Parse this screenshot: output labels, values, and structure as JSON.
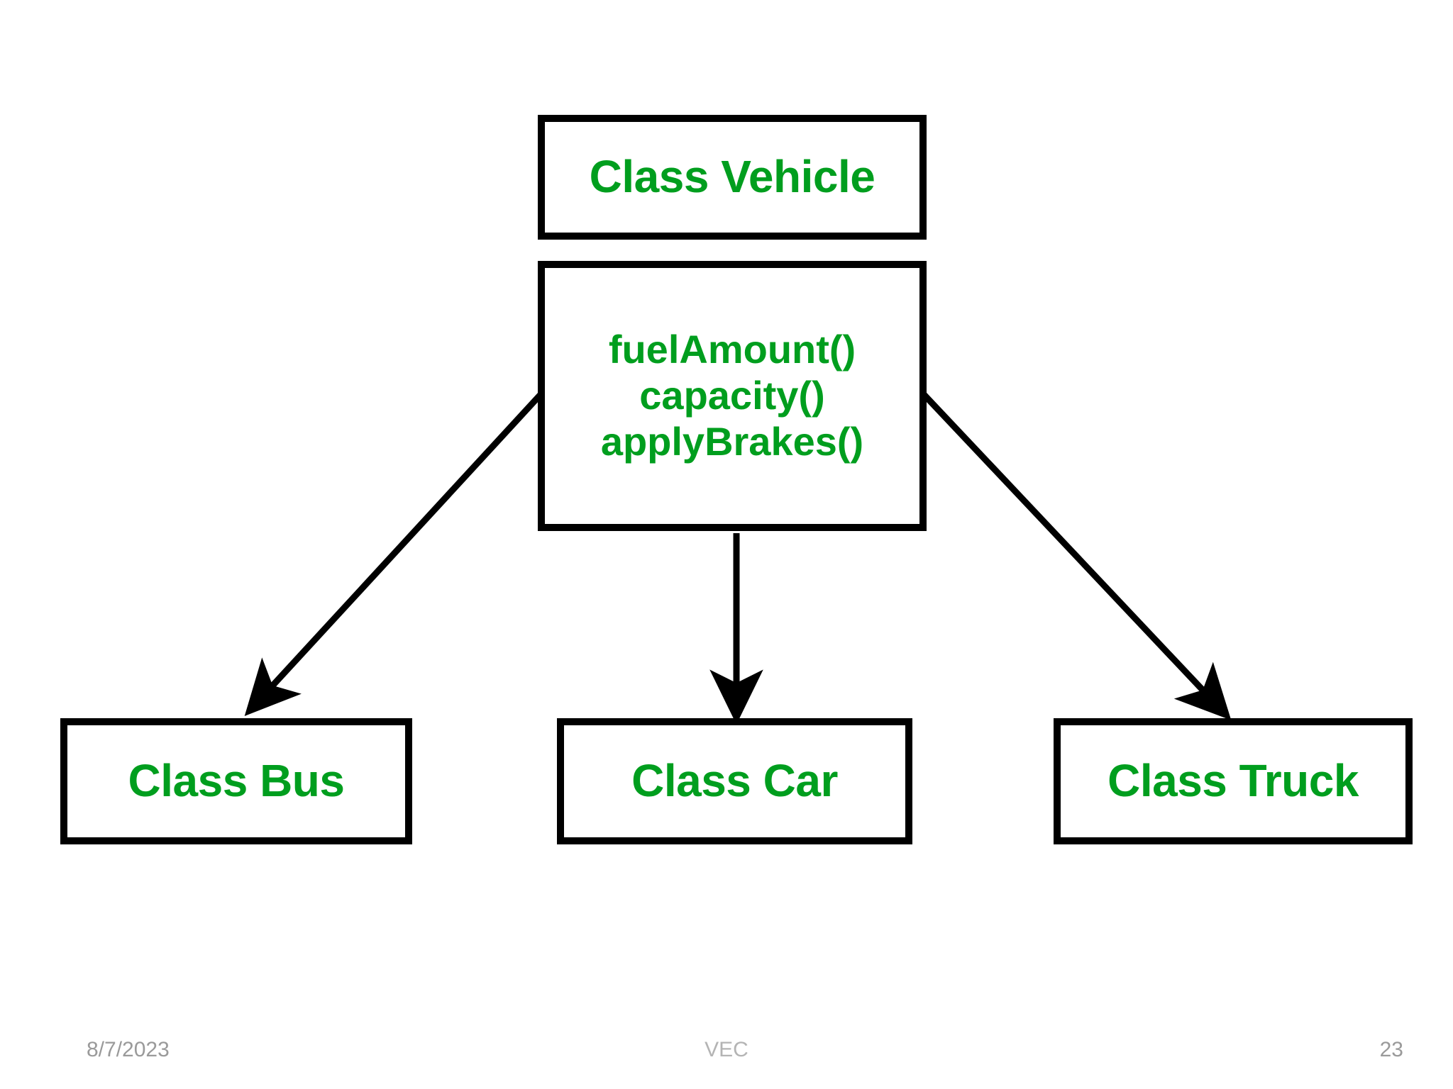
{
  "slide": {
    "background_color": "#ffffff",
    "accent_color": "#009e1e",
    "line_color": "#000000"
  },
  "diagram": {
    "type": "uml-class-inheritance",
    "superclass": {
      "name": "Class Vehicle",
      "members": [
        "fuelAmount()",
        "capacity()",
        "applyBrakes()"
      ]
    },
    "subclasses": [
      {
        "name": "Class Bus"
      },
      {
        "name": "Class Car"
      },
      {
        "name": "Class Truck"
      }
    ],
    "connectors": [
      {
        "from": "Class Vehicle",
        "to": "Class Bus",
        "style": "solid-arrow"
      },
      {
        "from": "Class Vehicle",
        "to": "Class Car",
        "style": "solid-arrow"
      },
      {
        "from": "Class Vehicle",
        "to": "Class Truck",
        "style": "solid-arrow"
      }
    ]
  },
  "footer": {
    "date": "8/7/2023",
    "center": "VEC",
    "page": "23"
  }
}
